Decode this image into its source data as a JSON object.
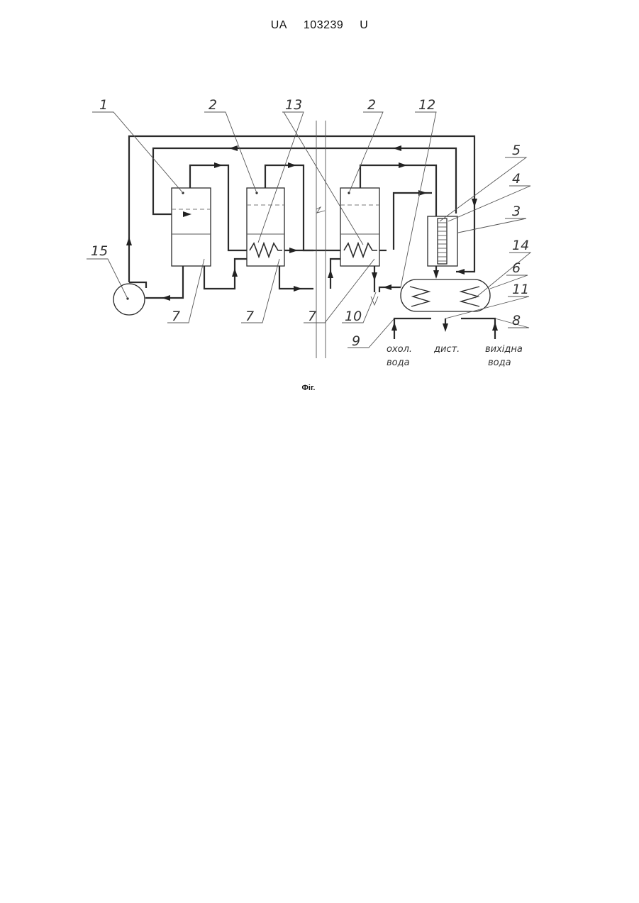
{
  "header": {
    "country": "UA",
    "number": "103239",
    "kind": "U"
  },
  "figure": {
    "caption": "Фіг.",
    "labels": {
      "n1": "1",
      "n2a": "2",
      "n2b": "2",
      "n3": "3",
      "n4": "4",
      "n5": "5",
      "n6": "6",
      "n7a": "7",
      "n7b": "7",
      "n7c": "7",
      "n8": "8",
      "n9": "9",
      "n10": "10",
      "n11": "11",
      "n12": "12",
      "n13": "13",
      "n14": "14",
      "n15": "15"
    },
    "notes": {
      "cooling_1": "охол.",
      "cooling_2": "вода",
      "distillate": "дист.",
      "source_1": "вихідна",
      "source_2": "вода"
    }
  }
}
